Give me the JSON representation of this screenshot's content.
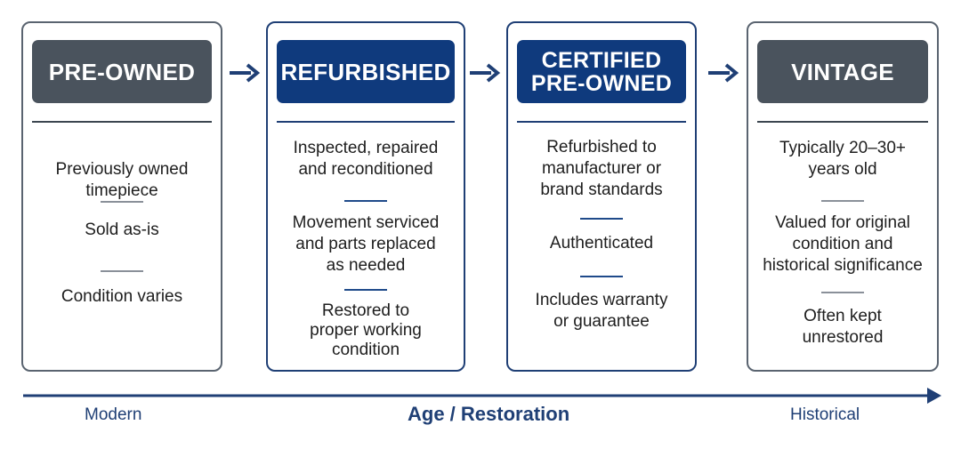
{
  "stages": [
    {
      "title_lines": [
        "PRE-OWNED"
      ],
      "items": [
        [
          "Previously owned",
          "timepiece"
        ],
        [
          "Sold as-is"
        ],
        [
          "Condition varies"
        ]
      ]
    },
    {
      "title_lines": [
        "REFURBISHED"
      ],
      "items": [
        [
          "Inspected, repaired",
          "and reconditioned"
        ],
        [
          "Movement serviced",
          "and parts replaced",
          "as needed"
        ],
        [
          "Restored to",
          "proper working",
          "condition"
        ]
      ]
    },
    {
      "title_lines": [
        "CERTIFIED",
        "PRE-OWNED"
      ],
      "items": [
        [
          "Refurbished to",
          "manufacturer or",
          "brand standards"
        ],
        [
          "Authenticated"
        ],
        [
          "Includes warranty",
          "or guarantee"
        ]
      ]
    },
    {
      "title_lines": [
        "VINTAGE"
      ],
      "items": [
        [
          "Typically 20–30+",
          "years old"
        ],
        [
          "Valued for original",
          "condition and",
          "historical significance"
        ],
        [
          "Often kept",
          "unrestored"
        ]
      ]
    }
  ],
  "timeline": {
    "start_label": "Modern",
    "center_label": "Age / Restoration",
    "end_label": "Historical"
  },
  "colors": {
    "navy": "#0f3a7d",
    "slate": "#4a535d",
    "arrow": "#1f3f75"
  }
}
